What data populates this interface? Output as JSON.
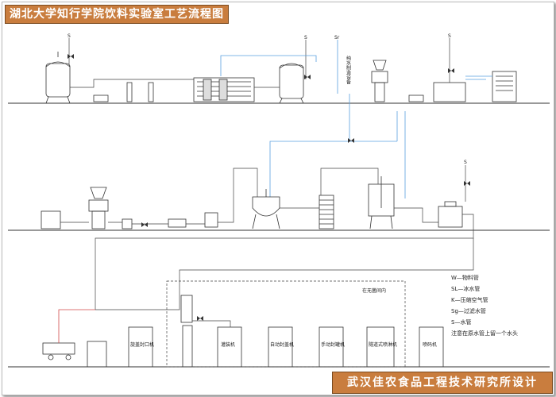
{
  "title": "湖北大学知行学院饮料实验室工艺流程图",
  "footer": "武汉佳农食品工程技术研究所设计",
  "pipe_markers": {
    "water": "S",
    "soft_water": "Sr"
  },
  "soft_water_label": "纯水制造设备",
  "sterile_room_label": "在无菌间内",
  "machines": {
    "seal_machine": "旋盖封口机",
    "filling_machine": "灌装机",
    "cap_machine": "自动封盖机",
    "can_machine": "手动封罐机",
    "sterilizer": "隧道式喷淋机",
    "labeler": "喷码机"
  },
  "legend": [
    {
      "text": "W—物料管",
      "color": "#222222"
    },
    {
      "text": "SL—冰水管",
      "color": "#3a6fc8"
    },
    {
      "text": "K—压缩空气管",
      "color": "#c8403a"
    },
    {
      "text": "Sg—过滤水管",
      "color": "#2f8f4a"
    },
    {
      "text": "S—水管",
      "color": "#222222"
    },
    {
      "text": "注意在原水管上留一个水头",
      "color": "#222222"
    }
  ],
  "colors": {
    "title_bg": "#c97d3e",
    "material_pipe": "#444444",
    "cold_water_pipe": "#5aa0e0",
    "air_pipe": "#d24a4a"
  }
}
